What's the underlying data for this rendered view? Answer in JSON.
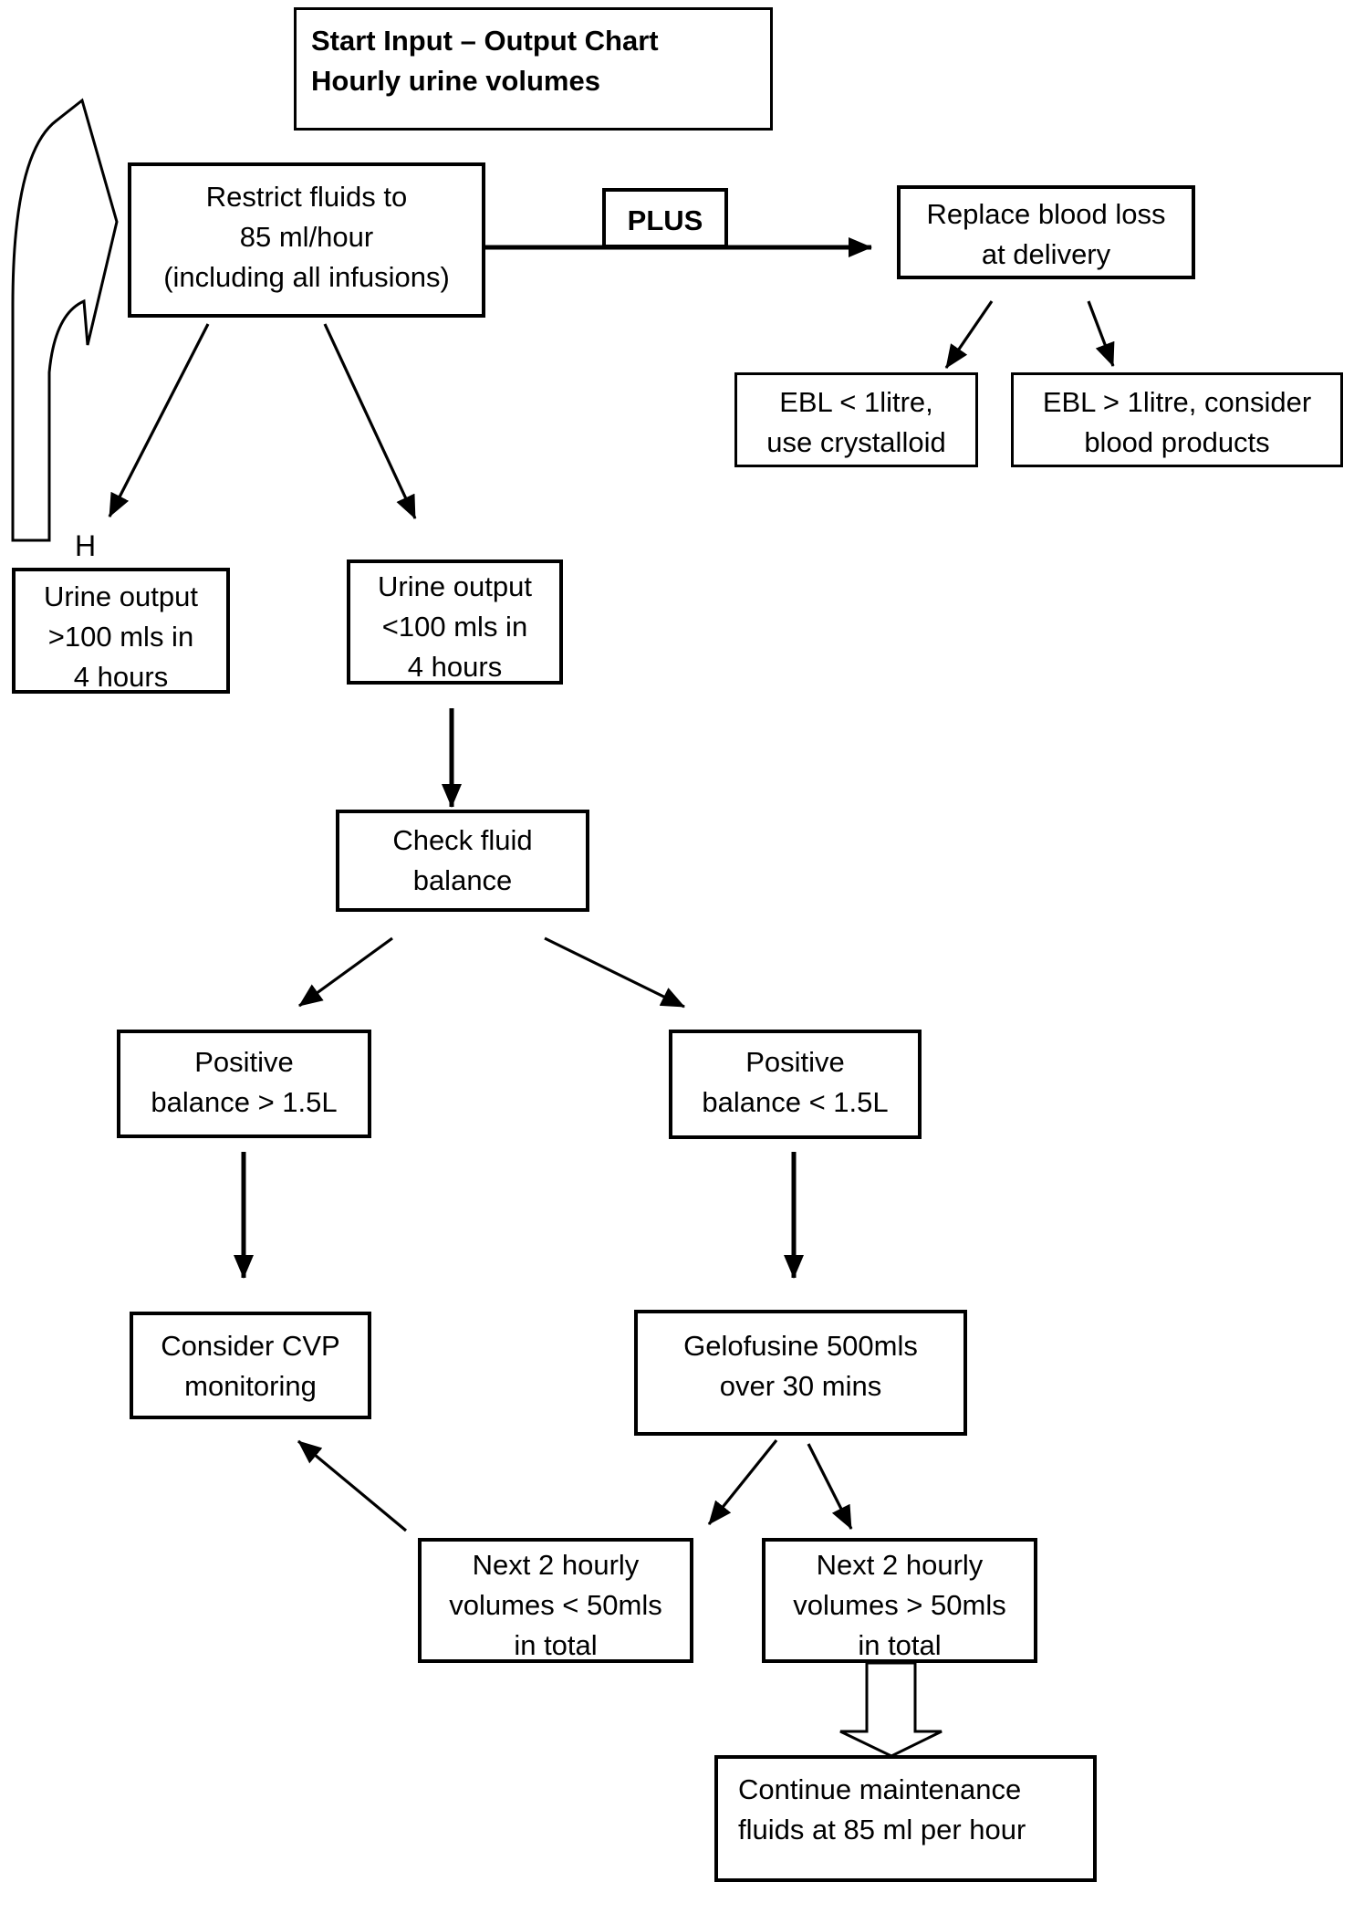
{
  "diagram": {
    "kind": "flowchart",
    "colors": {
      "background": "#ffffff",
      "ink": "#000000",
      "box_fill": "#ffffff"
    },
    "nodes": {
      "title": {
        "lines": [
          "Start Input – Output Chart",
          "Hourly urine volumes"
        ]
      },
      "restrict": {
        "lines": [
          "Restrict fluids to",
          "85 ml/hour",
          "(including all infusions)"
        ]
      },
      "plus": {
        "label": "PLUS"
      },
      "replace": {
        "lines": [
          "Replace blood loss",
          "at delivery"
        ]
      },
      "ebl_low": {
        "lines": [
          "EBL < 1litre,",
          "use crystalloid"
        ]
      },
      "ebl_high": {
        "lines": [
          "EBL > 1litre, consider",
          "blood products"
        ]
      },
      "urine_high": {
        "lines": [
          "Urine output",
          ">100 mls in",
          "4 hours"
        ]
      },
      "urine_low": {
        "lines": [
          "Urine output",
          "<100 mls in",
          "4 hours"
        ]
      },
      "check": {
        "lines": [
          "Check fluid",
          "balance"
        ]
      },
      "pos_high": {
        "lines": [
          "Positive",
          "balance > 1.5L"
        ]
      },
      "pos_low": {
        "lines": [
          "Positive",
          "balance < 1.5L"
        ]
      },
      "cvp": {
        "lines": [
          "Consider CVP",
          "monitoring"
        ]
      },
      "gelofusine": {
        "lines": [
          "Gelofusine 500mls",
          "over 30 mins"
        ]
      },
      "next_low": {
        "lines": [
          "Next 2 hourly",
          "volumes < 50mls",
          "in total"
        ]
      },
      "next_high": {
        "lines": [
          "Next 2 hourly",
          "volumes > 50mls",
          "in total"
        ]
      },
      "continue": {
        "lines": [
          "Continue maintenance",
          "fluids at 85 ml per hour"
        ]
      }
    },
    "annotations": {
      "h_label": "H"
    }
  }
}
